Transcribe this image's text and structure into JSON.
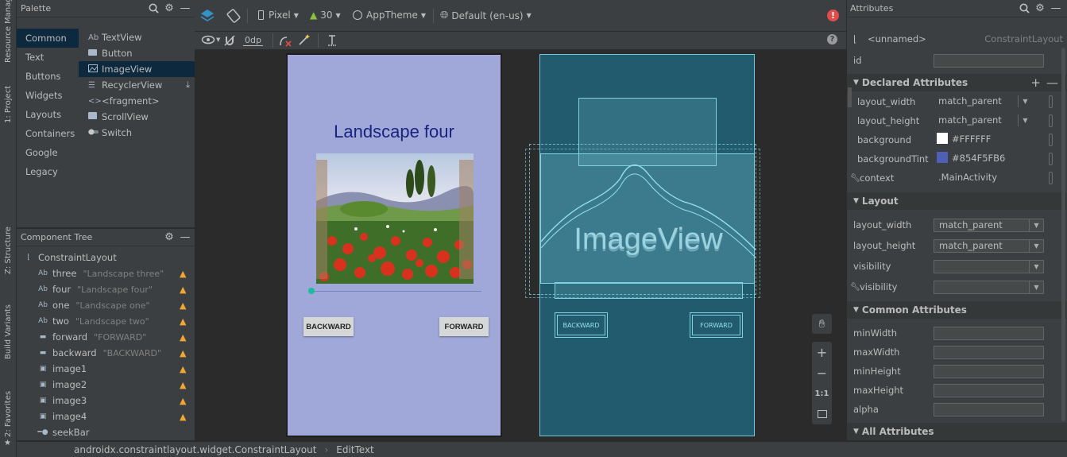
{
  "sidestrip": {
    "tabs": [
      "Resource Manager",
      "1: Project",
      "Z: Structure",
      "Build Variants",
      "2: Favorites"
    ]
  },
  "palette": {
    "title": "Palette",
    "categories": [
      "Common",
      "Text",
      "Buttons",
      "Widgets",
      "Layouts",
      "Containers",
      "Google",
      "Legacy"
    ],
    "items": [
      {
        "icon": "Ab",
        "label": "TextView"
      },
      {
        "icon": "btn",
        "label": "Button"
      },
      {
        "icon": "img",
        "label": "ImageView"
      },
      {
        "icon": "list",
        "label": "RecyclerView"
      },
      {
        "icon": "<>",
        "label": "<fragment>"
      },
      {
        "icon": "scroll",
        "label": "ScrollView"
      },
      {
        "icon": "switch",
        "label": "Switch"
      }
    ]
  },
  "tree": {
    "title": "Component Tree",
    "root": "ConstraintLayout",
    "rows": [
      {
        "icon": "Ab",
        "name": "three",
        "sub": "\"Landscape three\""
      },
      {
        "icon": "Ab",
        "name": "four",
        "sub": "\"Landscape four\""
      },
      {
        "icon": "Ab",
        "name": "one",
        "sub": "\"Landscape one\""
      },
      {
        "icon": "Ab",
        "name": "two",
        "sub": "\"Landscape two\""
      },
      {
        "icon": "btn",
        "name": "forward",
        "sub": "\"FORWARD\""
      },
      {
        "icon": "btn",
        "name": "backward",
        "sub": "\"BACKWARD\""
      },
      {
        "icon": "img",
        "name": "image1",
        "sub": ""
      },
      {
        "icon": "img",
        "name": "image2",
        "sub": ""
      },
      {
        "icon": "img",
        "name": "image3",
        "sub": ""
      },
      {
        "icon": "img",
        "name": "image4",
        "sub": ""
      },
      {
        "icon": "seek",
        "name": "seekBar",
        "sub": ""
      }
    ]
  },
  "toolbar": {
    "device": "Pixel",
    "api": "30",
    "theme": "AppTheme",
    "locale": "Default (en-us)",
    "margin": "0dp"
  },
  "design": {
    "title_text": "Landscape four",
    "backward": "BACKWARD",
    "forward": "FORWARD"
  },
  "blueprint": {
    "image_label": "ImageView",
    "backward": "BACKWARD",
    "forward": "FORWARD"
  },
  "zoom": {
    "ratio": "1:1"
  },
  "attributes": {
    "title": "Attributes",
    "component": "<unnamed>",
    "component_type": "ConstraintLayout",
    "id_label": "id",
    "sections": {
      "declared": "Declared Attributes",
      "layout": "Layout",
      "common": "Common Attributes",
      "all": "All Attributes"
    },
    "declared": [
      {
        "name": "layout_width",
        "value": "match_parent"
      },
      {
        "name": "layout_height",
        "value": "match_parent"
      },
      {
        "name": "background",
        "value": "#FFFFFF",
        "swatch": "#FFFFFF"
      },
      {
        "name": "backgroundTint",
        "value": "#854F5FB6",
        "swatch": "#4F5FB6"
      },
      {
        "name": "context",
        "value": ".MainActivity"
      }
    ],
    "layout": [
      {
        "name": "layout_width",
        "value": "match_parent"
      },
      {
        "name": "layout_height",
        "value": "match_parent"
      },
      {
        "name": "visibility",
        "value": ""
      },
      {
        "name": "visibility",
        "value": ""
      }
    ],
    "common": [
      {
        "name": "minWidth"
      },
      {
        "name": "maxWidth"
      },
      {
        "name": "minHeight"
      },
      {
        "name": "maxHeight"
      },
      {
        "name": "alpha"
      }
    ]
  },
  "status": {
    "path1": "androidx.constraintlayout.widget.ConstraintLayout",
    "path2": "EditText"
  },
  "colors": {
    "accent": "#3592c4",
    "warning": "#f0a732",
    "error": "#e04b4b",
    "design_bg": "#9fa8d9",
    "blueprint_bg": "#235b6e"
  }
}
